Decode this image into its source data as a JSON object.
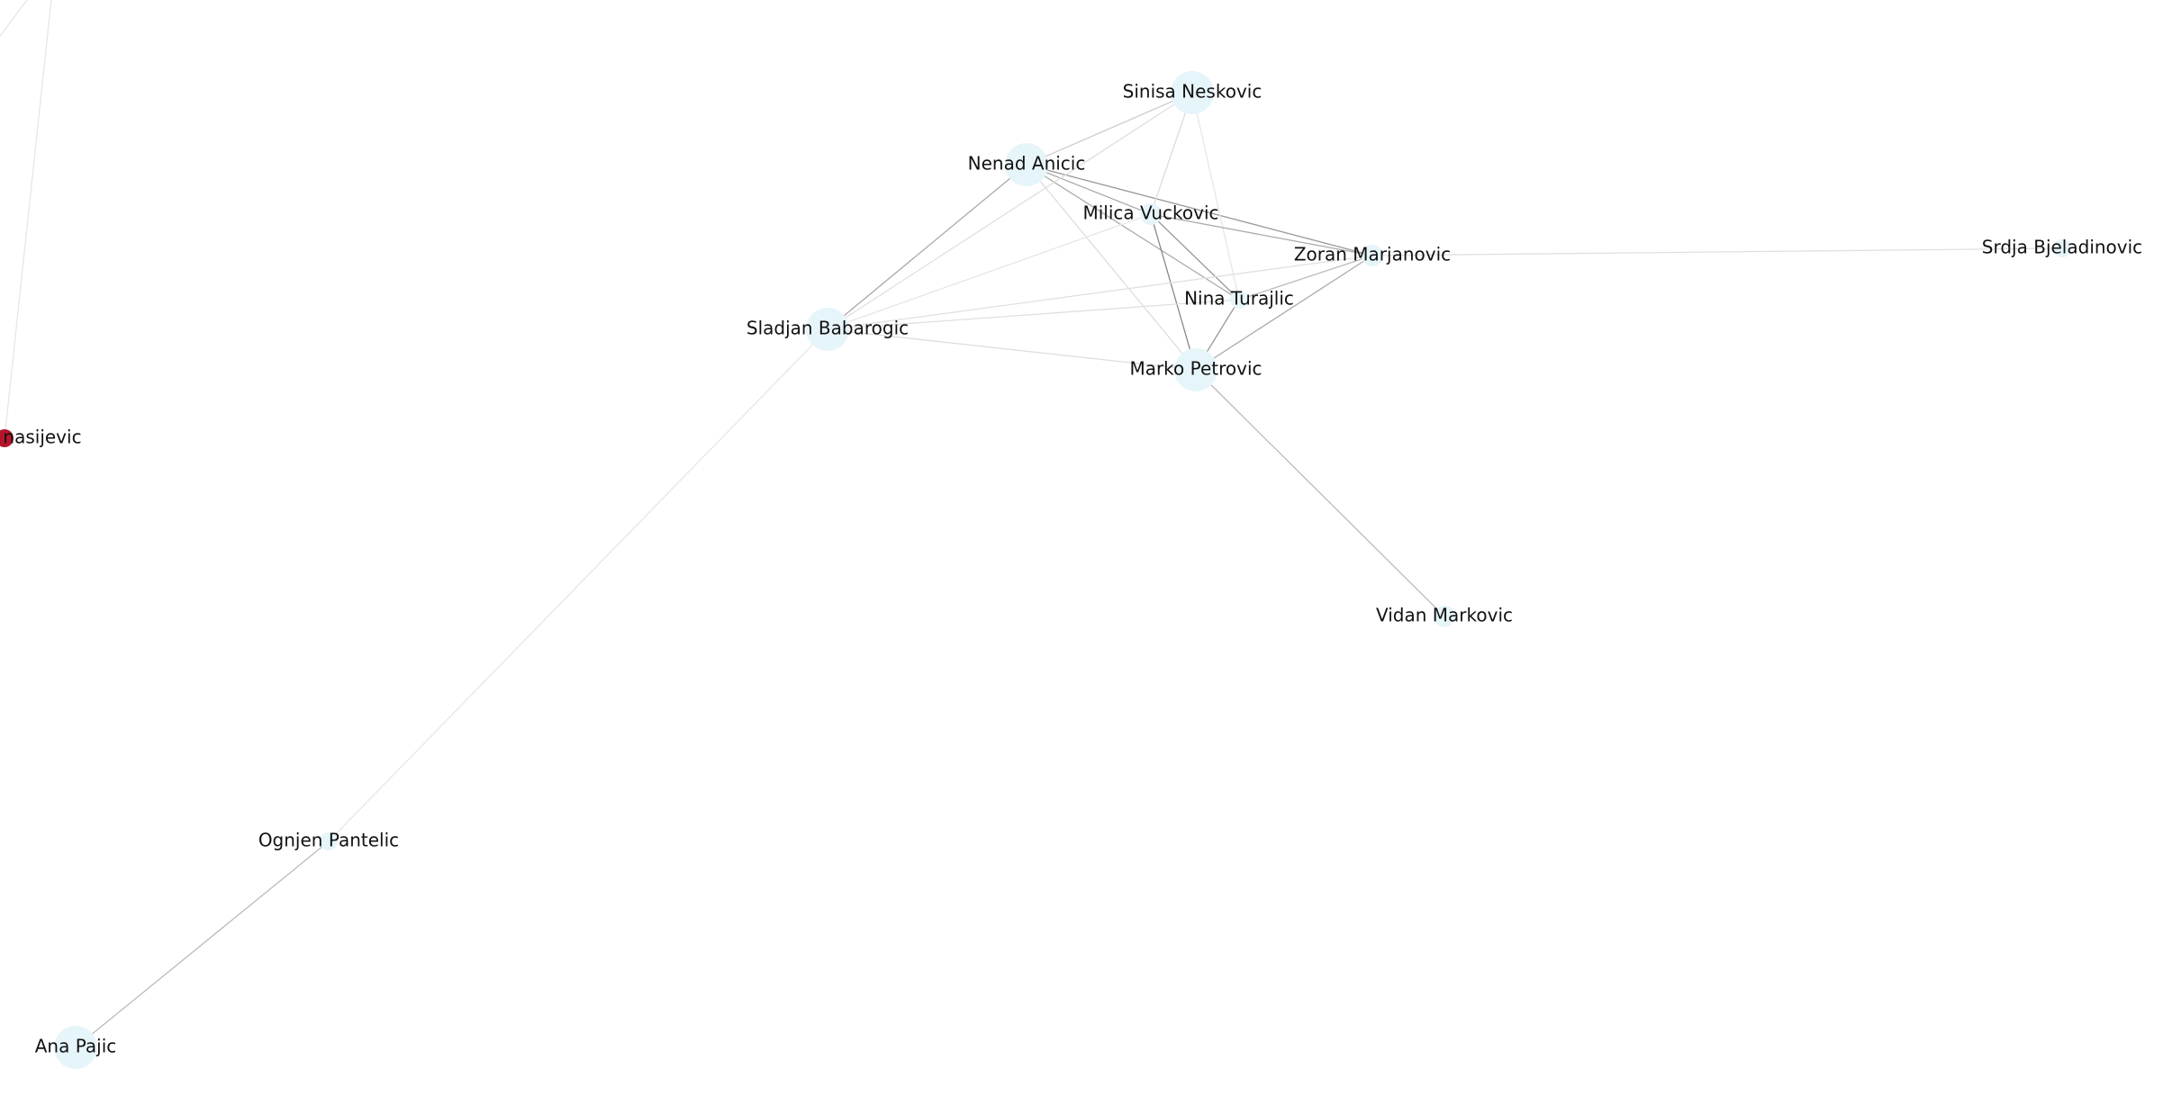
{
  "graph": {
    "nodes": [
      {
        "id": "sinisa",
        "label": "Sinisa Neskovic",
        "color": "#e6f5fa"
      },
      {
        "id": "nenad",
        "label": "Nenad Anicic",
        "color": "#e6f5fa"
      },
      {
        "id": "milica",
        "label": "Milica Vuckovic",
        "color": "#e6f5fa"
      },
      {
        "id": "zoran",
        "label": "Zoran Marjanovic",
        "color": "#e6f5fa"
      },
      {
        "id": "nina",
        "label": "Nina Turajlic",
        "color": "#e6f5fa"
      },
      {
        "id": "sladjan",
        "label": "Sladjan Babarogic",
        "color": "#e6f5fa"
      },
      {
        "id": "marko",
        "label": "Marko Petrovic",
        "color": "#e6f5fa"
      },
      {
        "id": "srdja",
        "label": "Srdja Bjeladinovic",
        "color": "#e6f5fa"
      },
      {
        "id": "vidan",
        "label": "Vidan Markovic",
        "color": "#e6f5fa"
      },
      {
        "id": "ognjen",
        "label": "Ognjen Pantelic",
        "color": "#e6f5fa"
      },
      {
        "id": "ana",
        "label": "Ana Pajic",
        "color": "#e6f5fa"
      },
      {
        "id": "nasijevic",
        "label": "nasijevic",
        "color": "#b5152b"
      }
    ],
    "edges": [
      {
        "source": "nenad",
        "target": "sinisa",
        "color": "#cccccc"
      },
      {
        "source": "nenad",
        "target": "milica",
        "color": "#aaaaaa"
      },
      {
        "source": "nenad",
        "target": "zoran",
        "color": "#999999"
      },
      {
        "source": "nenad",
        "target": "nina",
        "color": "#aaaaaa"
      },
      {
        "source": "nenad",
        "target": "sladjan",
        "color": "#aaaaaa"
      },
      {
        "source": "nenad",
        "target": "marko",
        "color": "#dddddd"
      },
      {
        "source": "sinisa",
        "target": "milica",
        "color": "#dddddd"
      },
      {
        "source": "sinisa",
        "target": "nina",
        "color": "#e6e6e6"
      },
      {
        "source": "sinisa",
        "target": "sladjan",
        "color": "#e0e0e0"
      },
      {
        "source": "milica",
        "target": "zoran",
        "color": "#aaaaaa"
      },
      {
        "source": "milica",
        "target": "nina",
        "color": "#999999"
      },
      {
        "source": "milica",
        "target": "marko",
        "color": "#888888"
      },
      {
        "source": "milica",
        "target": "sladjan",
        "color": "#e6e6e6"
      },
      {
        "source": "zoran",
        "target": "nina",
        "color": "#bbbbbb"
      },
      {
        "source": "zoran",
        "target": "marko",
        "color": "#aaaaaa"
      },
      {
        "source": "zoran",
        "target": "sladjan",
        "color": "#e0e0e0"
      },
      {
        "source": "zoran",
        "target": "srdja",
        "color": "#e0e0e0"
      },
      {
        "source": "nina",
        "target": "marko",
        "color": "#999999"
      },
      {
        "source": "nina",
        "target": "sladjan",
        "color": "#e0e0e0"
      },
      {
        "source": "sladjan",
        "target": "marko",
        "color": "#dddddd"
      },
      {
        "source": "sladjan",
        "target": "ognjen",
        "color": "#e6e6e6"
      },
      {
        "source": "marko",
        "target": "vidan",
        "color": "#bbbbbb"
      },
      {
        "source": "ognjen",
        "target": "ana",
        "color": "#bbbbbb"
      },
      {
        "source": "nasijevic",
        "target": "offscreen_top",
        "color": "#e6e6e6"
      },
      {
        "source": "offscreen_corner_a",
        "target": "offscreen_corner_b",
        "color": "#e6e6e6"
      }
    ]
  }
}
